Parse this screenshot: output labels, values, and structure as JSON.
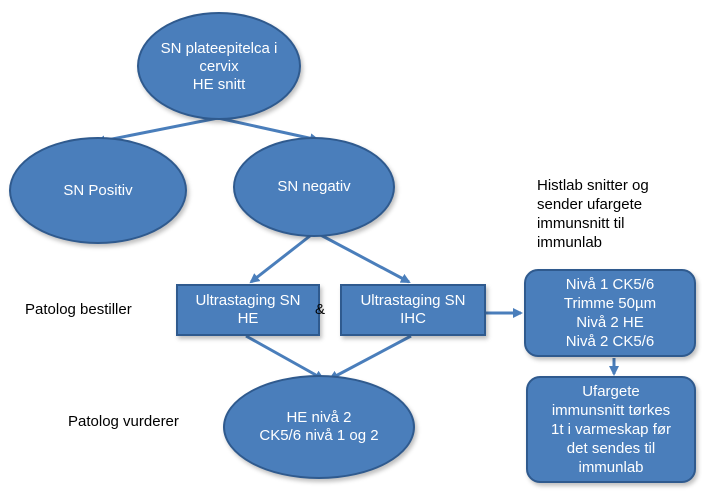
{
  "diagram": {
    "nodes": {
      "root": "SN plateepitelca i\ncervix\nHE snitt",
      "positive": "SN Positiv",
      "negative": "SN negativ",
      "ultra_he": "Ultrastaging SN\nHE",
      "ultra_ihc": "Ultrastaging SN\nIHC",
      "result": "HE nivå 2\nCK5/6 nivå 1 og 2",
      "histlab_steps": "Nivå 1 CK5/6\nTrimme 50µm\nNivå 2 HE\nNivå 2 CK5/6",
      "immun": "Ufargete\nimmunsnitt tørkes\n1t i varmeskap før\ndet sendes til\nimmunlab"
    },
    "labels": {
      "patolog_bestiller": "Patolog bestiller",
      "ampersand": "&",
      "patolog_vurderer": "Patolog vurderer",
      "histlab_note": "Histlab snitter og\nsender ufargete\nimmunsnitt til\nimmunlab"
    }
  },
  "colors": {
    "fill": "#4a7ebb",
    "border": "#2f5a8e",
    "arrow": "#4a7ebb"
  }
}
